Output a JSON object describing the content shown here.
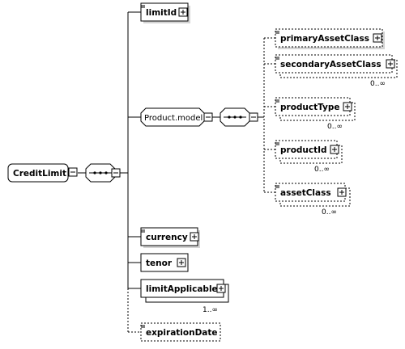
{
  "root": {
    "label": "CreditLimit"
  },
  "group": {
    "label": "Product.model"
  },
  "children": [
    {
      "label": "limitId"
    },
    {
      "label": "currency"
    },
    {
      "label": "tenor"
    },
    {
      "label": "limitApplicable",
      "cardinality": "1..∞"
    },
    {
      "label": "expirationDate"
    }
  ],
  "group_children": [
    {
      "label": "primaryAssetClass"
    },
    {
      "label": "secondaryAssetClass",
      "cardinality": "0..∞"
    },
    {
      "label": "productType",
      "cardinality": "0..∞"
    },
    {
      "label": "productId",
      "cardinality": "0..∞"
    },
    {
      "label": "assetClass",
      "cardinality": "0..∞"
    }
  ]
}
